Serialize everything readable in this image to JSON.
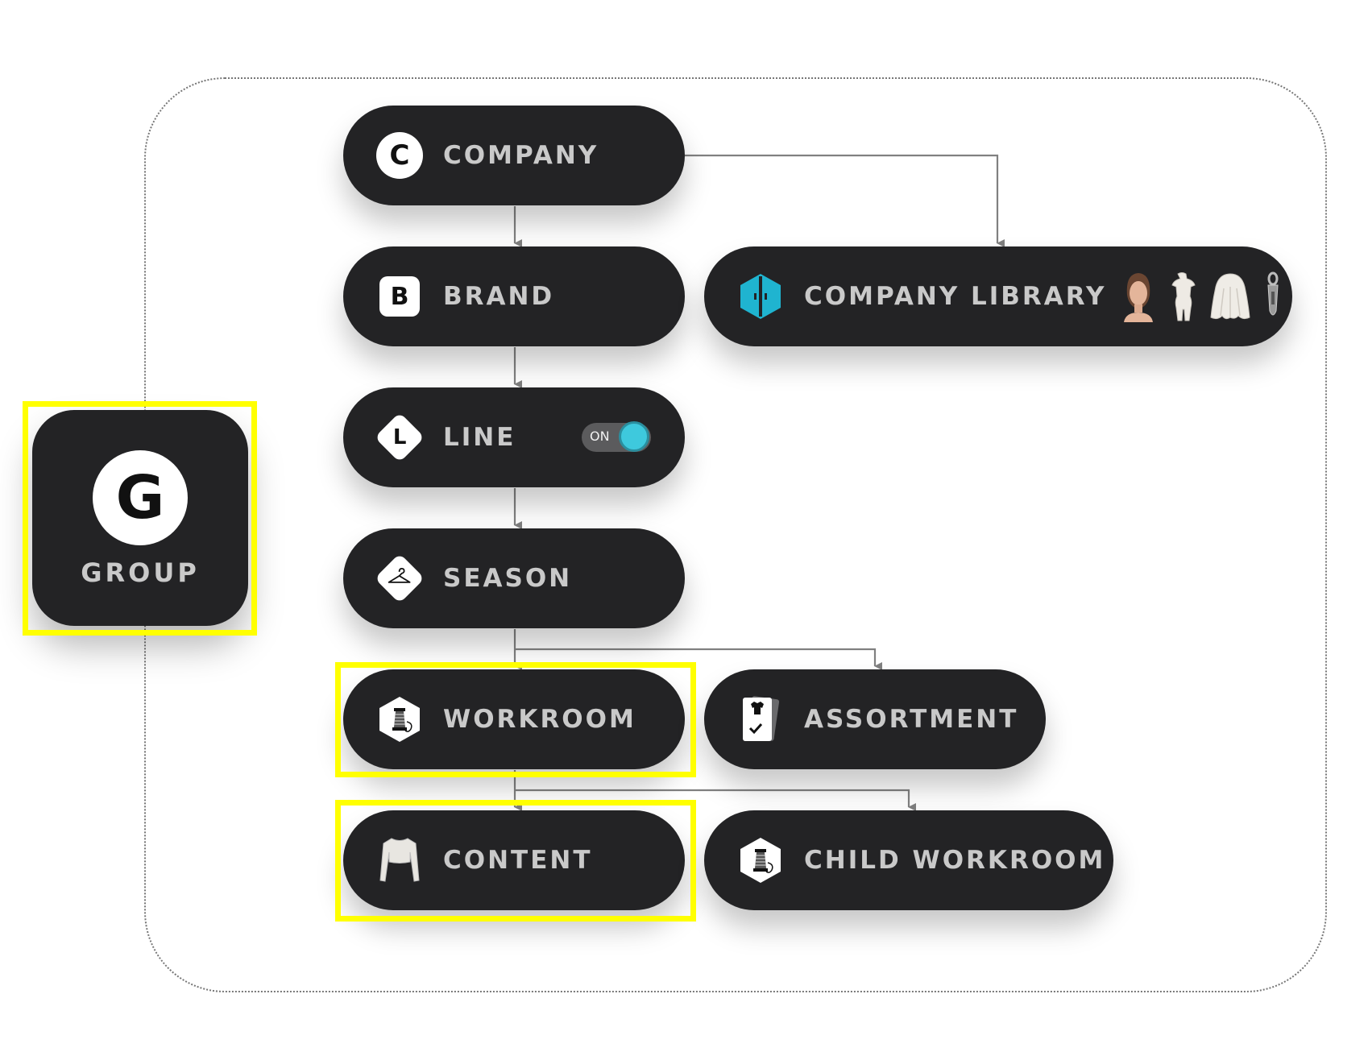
{
  "group": {
    "label": "GROUP",
    "icon": "G"
  },
  "nodes": {
    "company": {
      "label": "COMPANY",
      "icon": "C"
    },
    "brand": {
      "label": "BRAND",
      "icon": "B"
    },
    "line": {
      "label": "LINE",
      "icon": "L",
      "toggle_label": "ON",
      "toggle_state": "on"
    },
    "season": {
      "label": "SEASON",
      "icon": "hanger-icon"
    },
    "workroom": {
      "label": "WORKROOM",
      "icon": "thread-spool-icon"
    },
    "content": {
      "label": "CONTENT",
      "icon": "garment-top-icon"
    },
    "company_library": {
      "label": "COMPANY LIBRARY",
      "icon": "library-icon",
      "thumbnails": [
        "avatar-thumb",
        "mannequin-thumb",
        "fabric-thumb",
        "zipper-thumb"
      ]
    },
    "assortment": {
      "label": "ASSORTMENT",
      "icon": "assortment-icon"
    },
    "child_workroom": {
      "label": "CHILD WORKROOM",
      "icon": "thread-spool-icon"
    }
  },
  "highlighted": [
    "group",
    "workroom",
    "content"
  ],
  "colors": {
    "pill_bg": "#232325",
    "label_text": "#c9c9c9",
    "highlight": "#ffff00",
    "accent": "#3ec9dd",
    "connector": "#808080"
  }
}
